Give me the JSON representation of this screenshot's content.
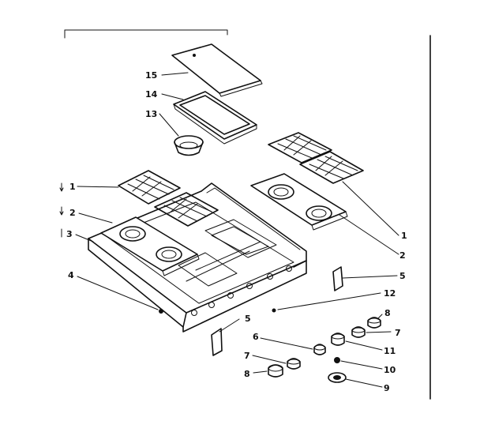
{
  "diagram": {
    "callouts": [
      {
        "id": "c15",
        "text": "15"
      },
      {
        "id": "c14",
        "text": "14"
      },
      {
        "id": "c13",
        "text": "13"
      },
      {
        "id": "c1a",
        "text": "1"
      },
      {
        "id": "c2a",
        "text": "2"
      },
      {
        "id": "c3",
        "text": "3"
      },
      {
        "id": "c4",
        "text": "4"
      },
      {
        "id": "c1b",
        "text": "1"
      },
      {
        "id": "c2b",
        "text": "2"
      },
      {
        "id": "c5a",
        "text": "5"
      },
      {
        "id": "c12",
        "text": "12"
      },
      {
        "id": "c5b",
        "text": "5"
      },
      {
        "id": "c6",
        "text": "6"
      },
      {
        "id": "c8a",
        "text": "8"
      },
      {
        "id": "c7a",
        "text": "7"
      },
      {
        "id": "c11",
        "text": "11"
      },
      {
        "id": "c7b",
        "text": "7"
      },
      {
        "id": "c10",
        "text": "10"
      },
      {
        "id": "c8b",
        "text": "8"
      },
      {
        "id": "c9",
        "text": "9"
      }
    ]
  }
}
